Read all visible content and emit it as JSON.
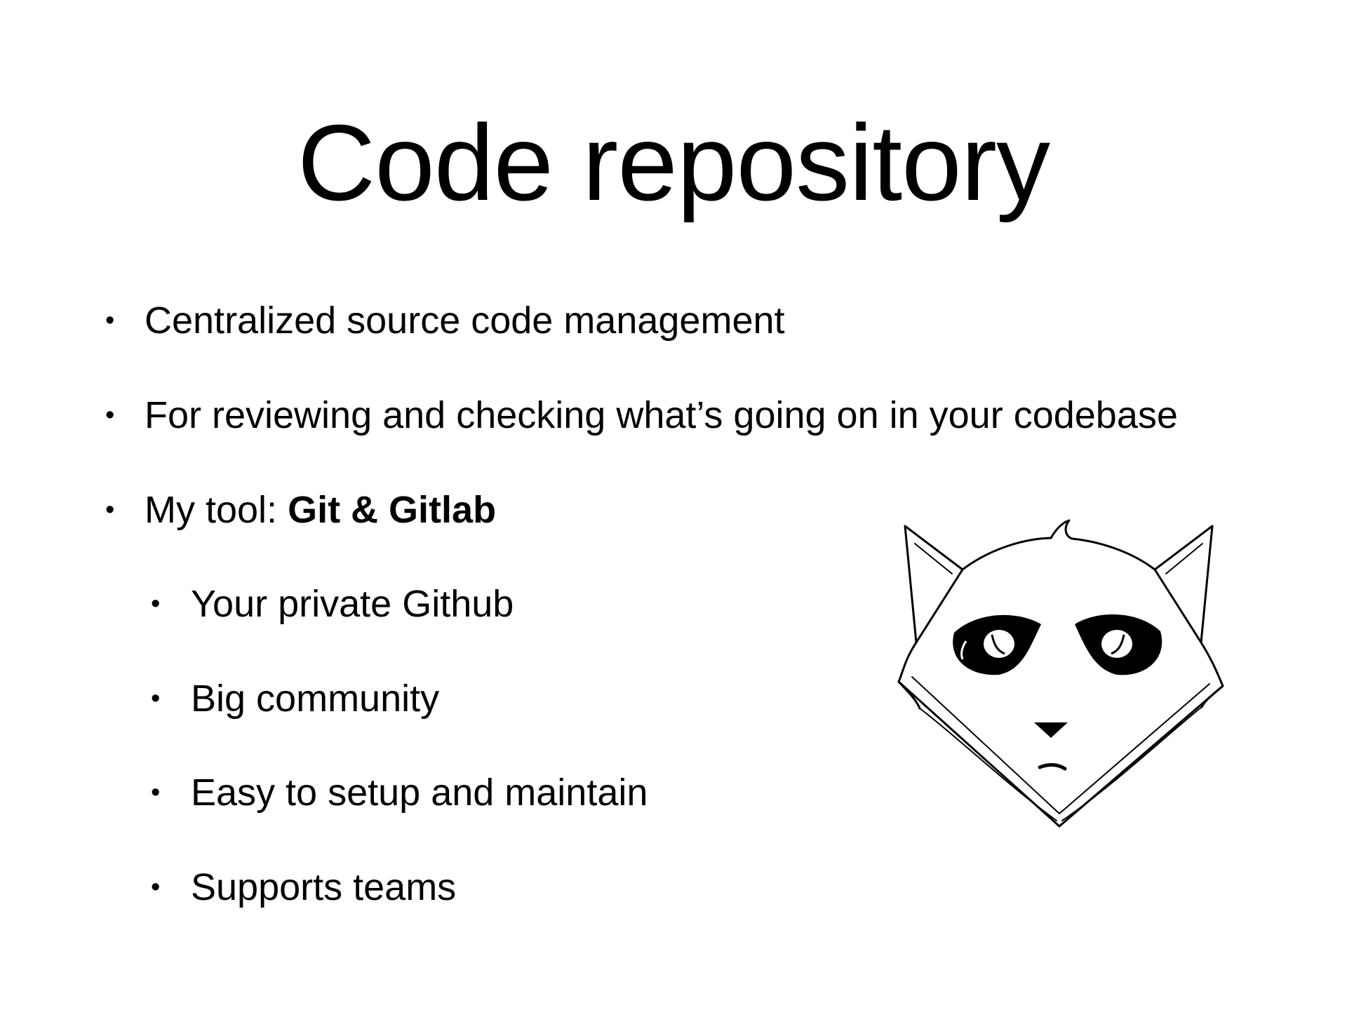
{
  "slide": {
    "title": "Code repository",
    "bullets": [
      {
        "text": "Centralized source code management"
      },
      {
        "text": "For reviewing and checking what’s going on in your codebase"
      },
      {
        "prefix": "My tool: ",
        "bold": "Git & Gitlab"
      }
    ],
    "sub_bullets": [
      {
        "text": "Your private Github"
      },
      {
        "text": "Big community"
      },
      {
        "text": "Easy to setup and maintain"
      },
      {
        "text": "Supports teams"
      }
    ],
    "logo": {
      "icon": "gitlab-cat-logo-icon"
    },
    "colors": {
      "background": "#ffffff",
      "text": "#000000"
    }
  }
}
